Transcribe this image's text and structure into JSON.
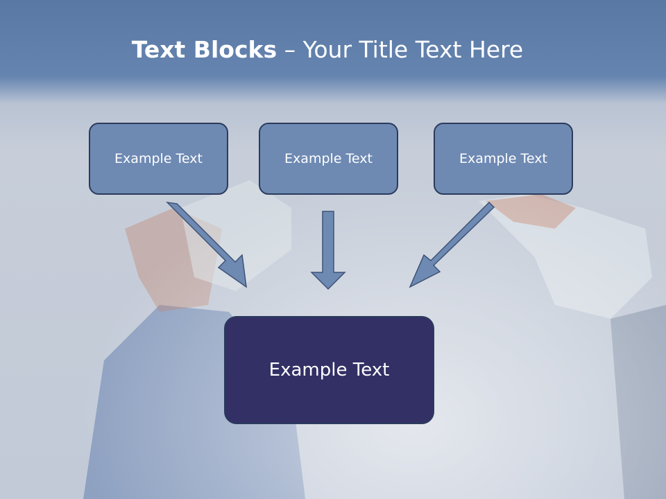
{
  "slide": {
    "title_bold": "Text Blocks",
    "title_separator": " – ",
    "title_rest": "Your Title Text Here"
  },
  "blocks": [
    {
      "label": "Example Text"
    },
    {
      "label": "Example Text"
    },
    {
      "label": "Example Text"
    }
  ],
  "target_block": {
    "label": "Example Text"
  },
  "colors": {
    "header_band": "#5a78a4",
    "block_fill": "#6e8ab3",
    "target_fill": "#333066",
    "border": "#2b3a5c",
    "arrow_fill": "#6e8ab3"
  }
}
